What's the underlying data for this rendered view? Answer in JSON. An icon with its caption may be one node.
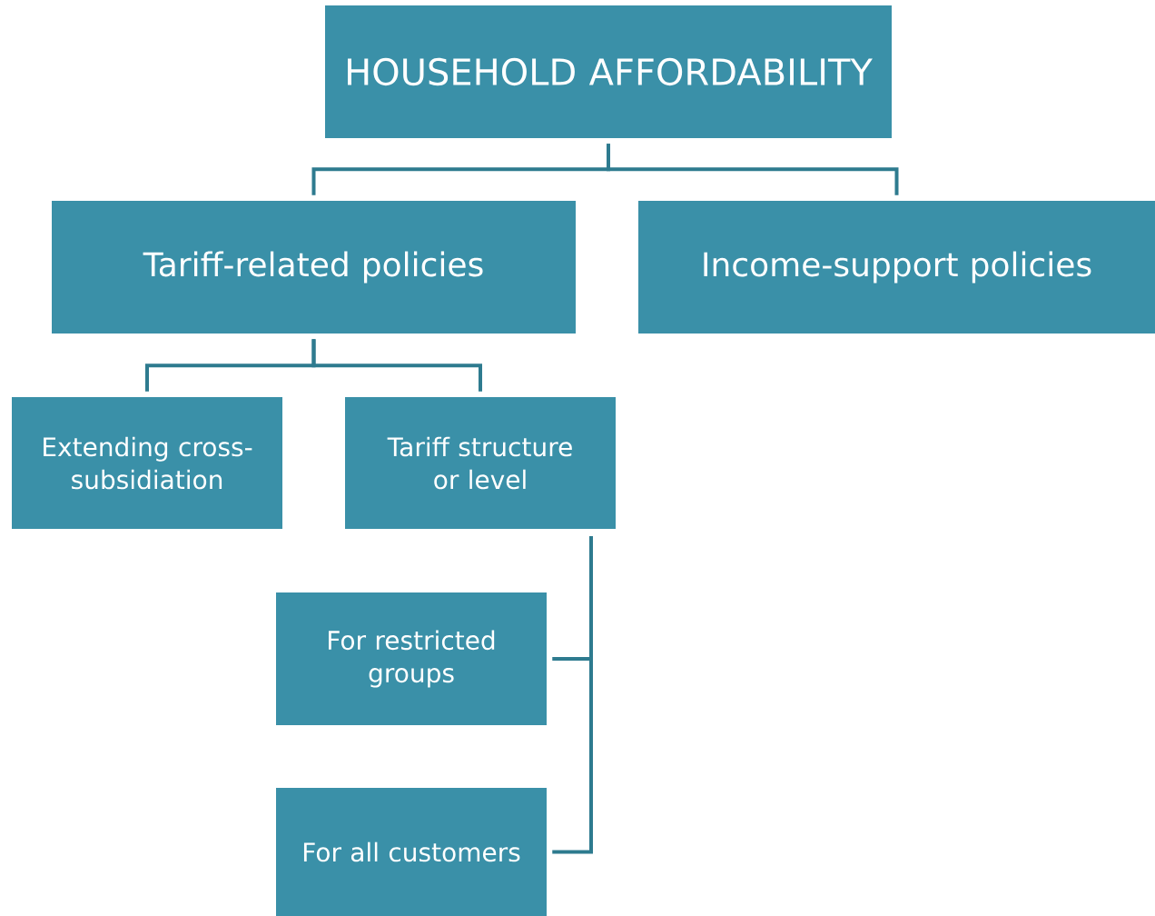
{
  "diagram": {
    "nodes": [
      {
        "text": [
          "HOUSEHOLD AFFORDABILITY"
        ]
      },
      {
        "text": [
          "Tariff-related policies"
        ]
      },
      {
        "text": [
          "Income-support policies"
        ]
      },
      {
        "text": [
          "Extending cross-subsidiation"
        ]
      },
      {
        "text": [
          "Tariff structure or level"
        ]
      },
      {
        "text": [
          "For restricted groups"
        ]
      },
      {
        "text": [
          "For all customers"
        ]
      }
    ],
    "edges": [
      {
        "from": 0,
        "to": 1,
        "arrow": "none"
      },
      {
        "from": 0,
        "to": 2,
        "arrow": "none"
      },
      {
        "from": 1,
        "to": 3,
        "arrow": "none"
      },
      {
        "from": 1,
        "to": 4,
        "arrow": "none"
      },
      {
        "from": 4,
        "to": 5,
        "arrow": "none"
      },
      {
        "from": 4,
        "to": 6,
        "arrow": "none"
      }
    ]
  }
}
